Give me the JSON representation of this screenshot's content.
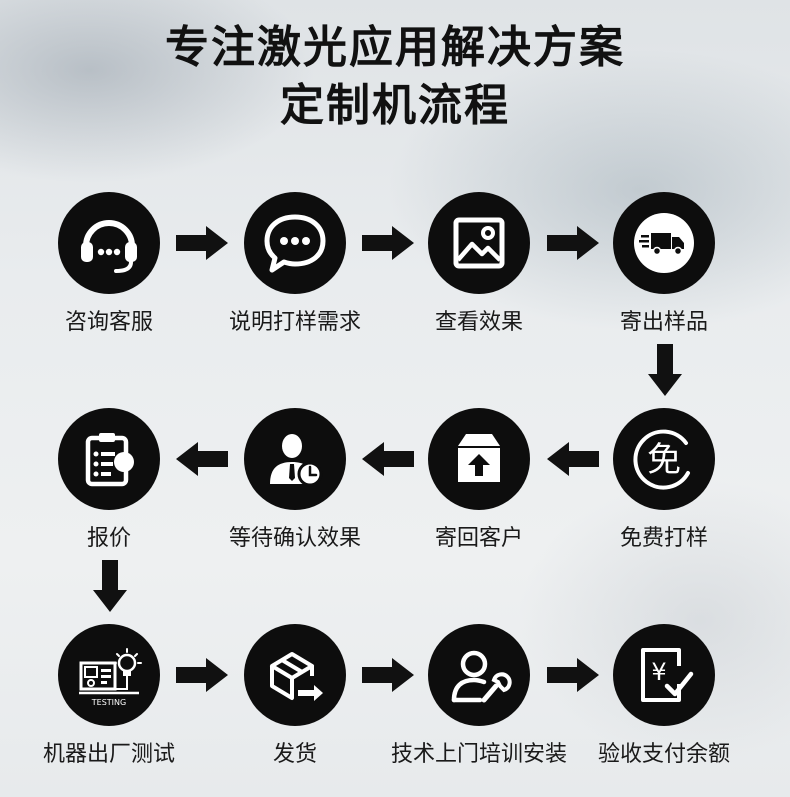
{
  "title_line1": "专注激光应用解决方案",
  "title_line2": "定制机流程",
  "steps": [
    {
      "label": "咨询客服",
      "icon": "headset-icon"
    },
    {
      "label": "说明打样需求",
      "icon": "chat-bubble-icon"
    },
    {
      "label": "查看效果",
      "icon": "image-icon"
    },
    {
      "label": "寄出样品",
      "icon": "delivery-truck-icon"
    },
    {
      "label": "免费打样",
      "icon": "free-icon",
      "icon_text": "免"
    },
    {
      "label": "寄回客户",
      "icon": "return-box-icon"
    },
    {
      "label": "等待确认效果",
      "icon": "waiting-person-clock-icon"
    },
    {
      "label": "报价",
      "icon": "clipboard-quote-icon"
    },
    {
      "label": "机器出厂测试",
      "icon": "machine-testing-icon",
      "icon_text": "TESTING"
    },
    {
      "label": "发货",
      "icon": "shipping-box-icon"
    },
    {
      "label": "技术上门培训安装",
      "icon": "technician-wrench-icon"
    },
    {
      "label": "验收支付余额",
      "icon": "payment-check-icon",
      "icon_text": "¥"
    }
  ],
  "colors": {
    "circle": "#0d0d0d",
    "text": "#1a1a1a",
    "background": "#e9ecee"
  }
}
